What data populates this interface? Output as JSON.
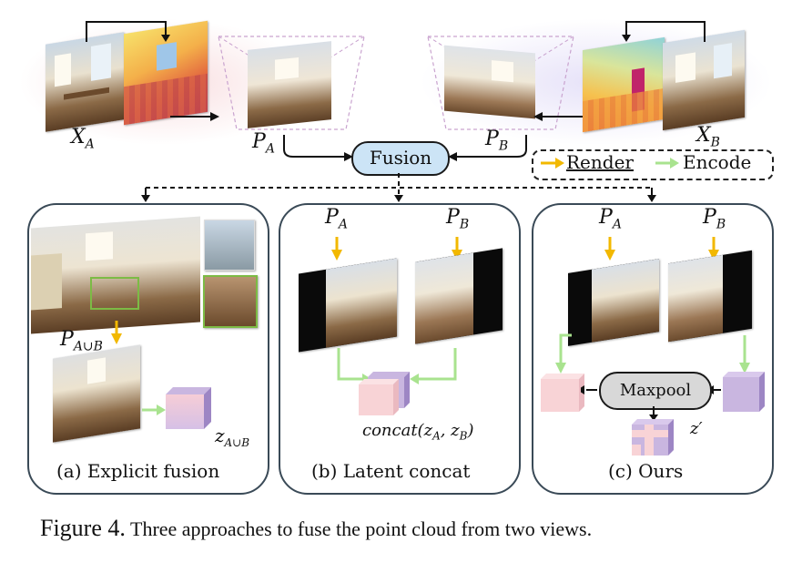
{
  "top": {
    "xa_label_base": "X",
    "xa_label_sub": "A",
    "xb_label_base": "X",
    "xb_label_sub": "B",
    "pa_label_base": "P",
    "pa_label_sub": "A",
    "pb_label_base": "P",
    "pb_label_sub": "B",
    "fusion_label": "Fusion"
  },
  "legend": {
    "render_label": "Render",
    "encode_label": "Encode",
    "render_color": "#f2b800",
    "encode_color": "#a9e38f"
  },
  "panels": [
    {
      "caption": "(a) Explicit fusion",
      "point_label_base": "P",
      "point_label_sub": "A∪B",
      "latent_label_base": "z",
      "latent_label_sub": "A∪B"
    },
    {
      "caption": "(b) Latent concat",
      "pa_base": "P",
      "pa_sub": "A",
      "pb_base": "P",
      "pb_sub": "B",
      "concat_label": "concat(z",
      "concat_sub_a": "A",
      "concat_mid": ", z",
      "concat_sub_b": "B",
      "concat_end": ")"
    },
    {
      "caption": "(c) Ours",
      "pa_base": "P",
      "pa_sub": "A",
      "pb_base": "P",
      "pb_sub": "B",
      "maxpool_label": "Maxpool",
      "zprime_label": "z′"
    }
  ],
  "colors": {
    "fusion_fill": "#cce4f6",
    "pink_cube": "#f8d3d6",
    "purple_cube": "#c9b6e0",
    "panel_border": "#3a4a57"
  },
  "figure_caption": {
    "prefix": "Figure 4.",
    "text": "Three approaches to fuse the point cloud from two views."
  }
}
